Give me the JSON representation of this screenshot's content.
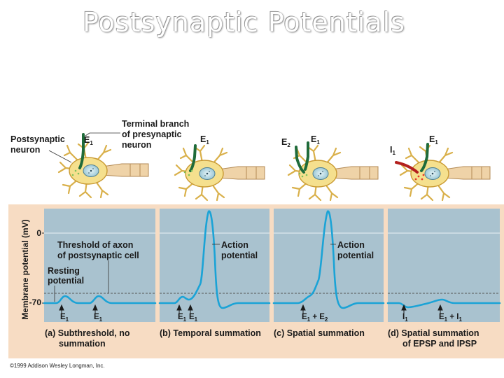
{
  "title": "Postsynaptic Potentials",
  "figure": {
    "labels": {
      "postsynaptic_neuron": [
        "Postsynaptic",
        "neuron"
      ],
      "terminal_branch": [
        "Terminal branch",
        "of presynaptic",
        "neuron"
      ],
      "e1": "E",
      "e2": "E",
      "i1": "I",
      "sub_1": "1",
      "sub_2": "2"
    },
    "axis": {
      "ylabel": "Membrane potential (mV)",
      "tick_0": "0",
      "tick_minus70": "-70"
    },
    "annotations": {
      "threshold": [
        "Threshold of axon",
        "of postsynaptic cell"
      ],
      "resting": [
        "Resting",
        "potential"
      ],
      "action_b": [
        "Action",
        "potential"
      ],
      "action_c": [
        "Action",
        "potential"
      ]
    },
    "panels": [
      {
        "id": "a",
        "caption": [
          "(a) Subthreshold, no",
          "summation"
        ],
        "stim_labels": [
          "E1",
          "E1"
        ]
      },
      {
        "id": "b",
        "caption": [
          "(b) Temporal summation"
        ],
        "stim_labels": [
          "E1",
          "E1"
        ]
      },
      {
        "id": "c",
        "caption": [
          "(c) Spatial summation"
        ],
        "stim_labels": [
          "E1 + E2"
        ]
      },
      {
        "id": "d",
        "caption": [
          "(d) Spatial summation",
          "of EPSP and IPSP"
        ],
        "stim_labels": [
          "I1",
          "E1 + I1"
        ]
      }
    ],
    "copyright": "©1999 Addison Wesley Longman, Inc.",
    "colors": {
      "panel_bg": "#a9c2cf",
      "frame": "#f7dcc3",
      "trace": "#1ba3d6",
      "cell": "#f5e08e",
      "presynaptic_excitatory": "#1f6b3a",
      "presynaptic_inhibitory": "#b3201e",
      "axon": "#efd3a8"
    }
  }
}
